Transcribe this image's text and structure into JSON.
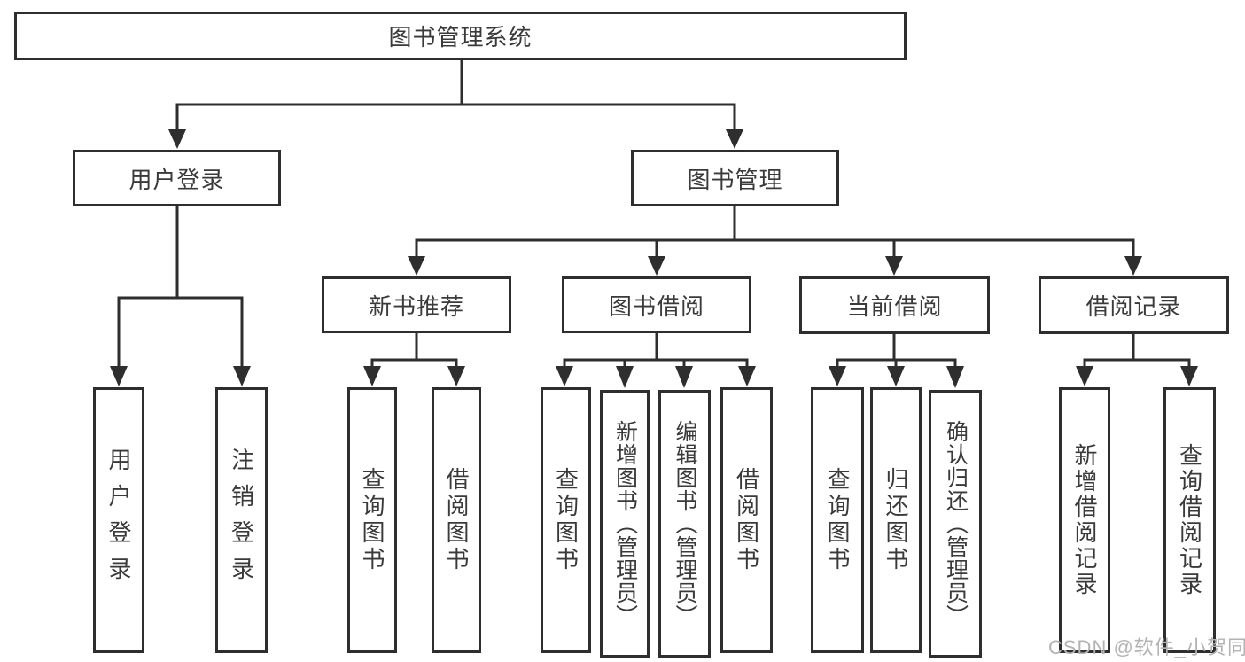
{
  "diagram": {
    "title": "图书管理系统",
    "colors": {
      "line": "#2e2e2e",
      "text": "#3a3a3a",
      "watermark": "#b3b3b3",
      "background": "#ffffff"
    },
    "nodes": {
      "root": "图书管理系统",
      "user_login": "用户登录",
      "book_management": "图书管理",
      "new_book_recommend": "新书推荐",
      "book_borrowing": "图书借阅",
      "current_borrowing": "当前借阅",
      "borrowing_records": "借阅记录",
      "leaf_user_login": "用户登录",
      "leaf_logout": "注销登录",
      "leaf_nb_query_books": "查询图书",
      "leaf_nb_borrow_books": "借阅图书",
      "leaf_bb_query_books": "查询图书",
      "leaf_bb_add_books": "新增图书（管理员）",
      "leaf_bb_edit_books": "编辑图书（管理员）",
      "leaf_bb_borrow_books": "借阅图书",
      "leaf_cb_query_books": "查询图书",
      "leaf_cb_return_books": "归还图书",
      "leaf_cb_confirm_return": "确认归还（管理员）",
      "leaf_br_add_record": "新增借阅记录",
      "leaf_br_query_record": "查询借阅记录"
    },
    "watermark": "CSDN @软件_小贺同学"
  }
}
